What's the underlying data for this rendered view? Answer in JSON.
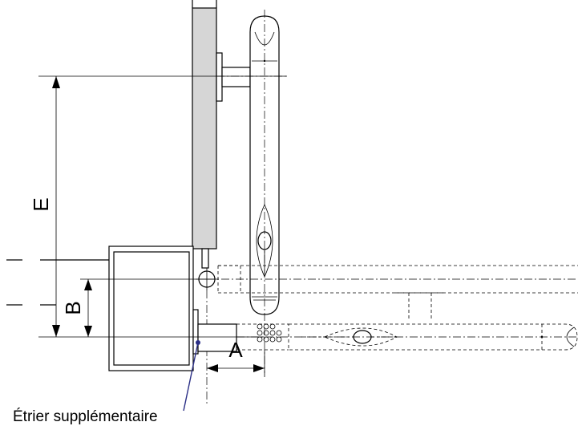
{
  "labels": {
    "dim_e": "E",
    "dim_b": "B",
    "dim_a": "A",
    "caption": "Étrier supplémentaire"
  },
  "colors": {
    "line": "#000000",
    "post_fill": "#d6d6d6",
    "pointer_line": "#2b2f86",
    "pointer_dot": "#2b2f86"
  }
}
